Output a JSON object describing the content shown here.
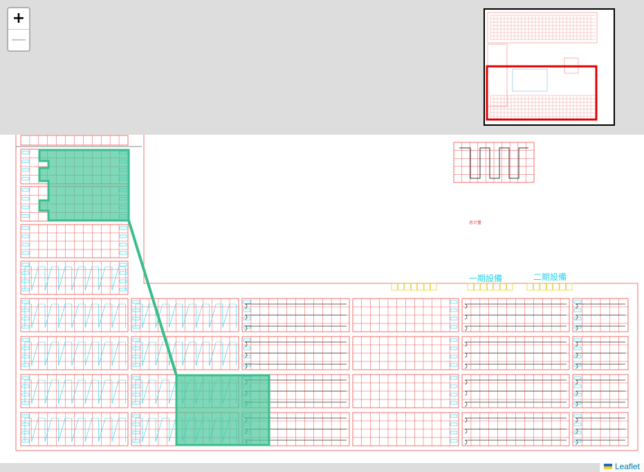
{
  "zoom": {
    "in_label": "+",
    "out_label": "—"
  },
  "attribution": {
    "link_text": "Leaflet"
  },
  "plan_labels": {
    "phase1": "一期設備",
    "phase2": "二期設備",
    "marker_small": "总计量"
  },
  "colors": {
    "grid": "#f04a4a",
    "cyan_text": "#22d3ee",
    "highlight_fill": "#47c79b",
    "highlight_stroke": "#3bbd8c",
    "minimap_frame": "#e00000",
    "flag_top": "#1f66c7",
    "flag_bottom": "#f7d11b"
  }
}
